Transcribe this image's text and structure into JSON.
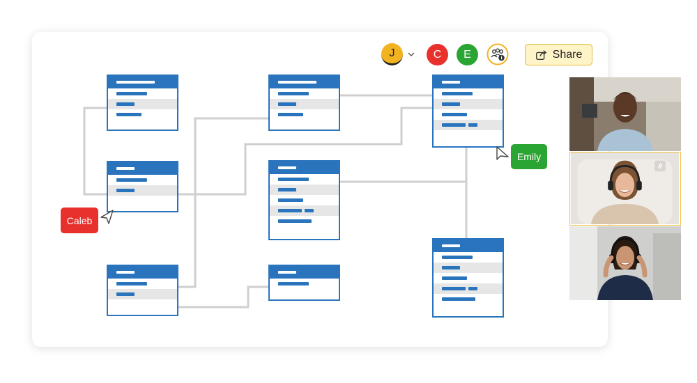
{
  "toolbar": {
    "avatars": [
      {
        "initial": "J",
        "color": "#f2b321"
      },
      {
        "initial": "C",
        "color": "#e8302d"
      },
      {
        "initial": "E",
        "color": "#2aa533"
      }
    ],
    "share_label": "Share"
  },
  "cursors": [
    {
      "name": "Caleb",
      "color": "#e8302d"
    },
    {
      "name": "Emily",
      "color": "#2aa533"
    }
  ],
  "colors": {
    "entity_blue": "#2a74bd",
    "row_alt": "#e6e6e6",
    "connector": "#cfcfcf",
    "share_bg": "#fff4c8",
    "share_border": "#e3b93a",
    "active_video_border": "#f0c34a"
  }
}
